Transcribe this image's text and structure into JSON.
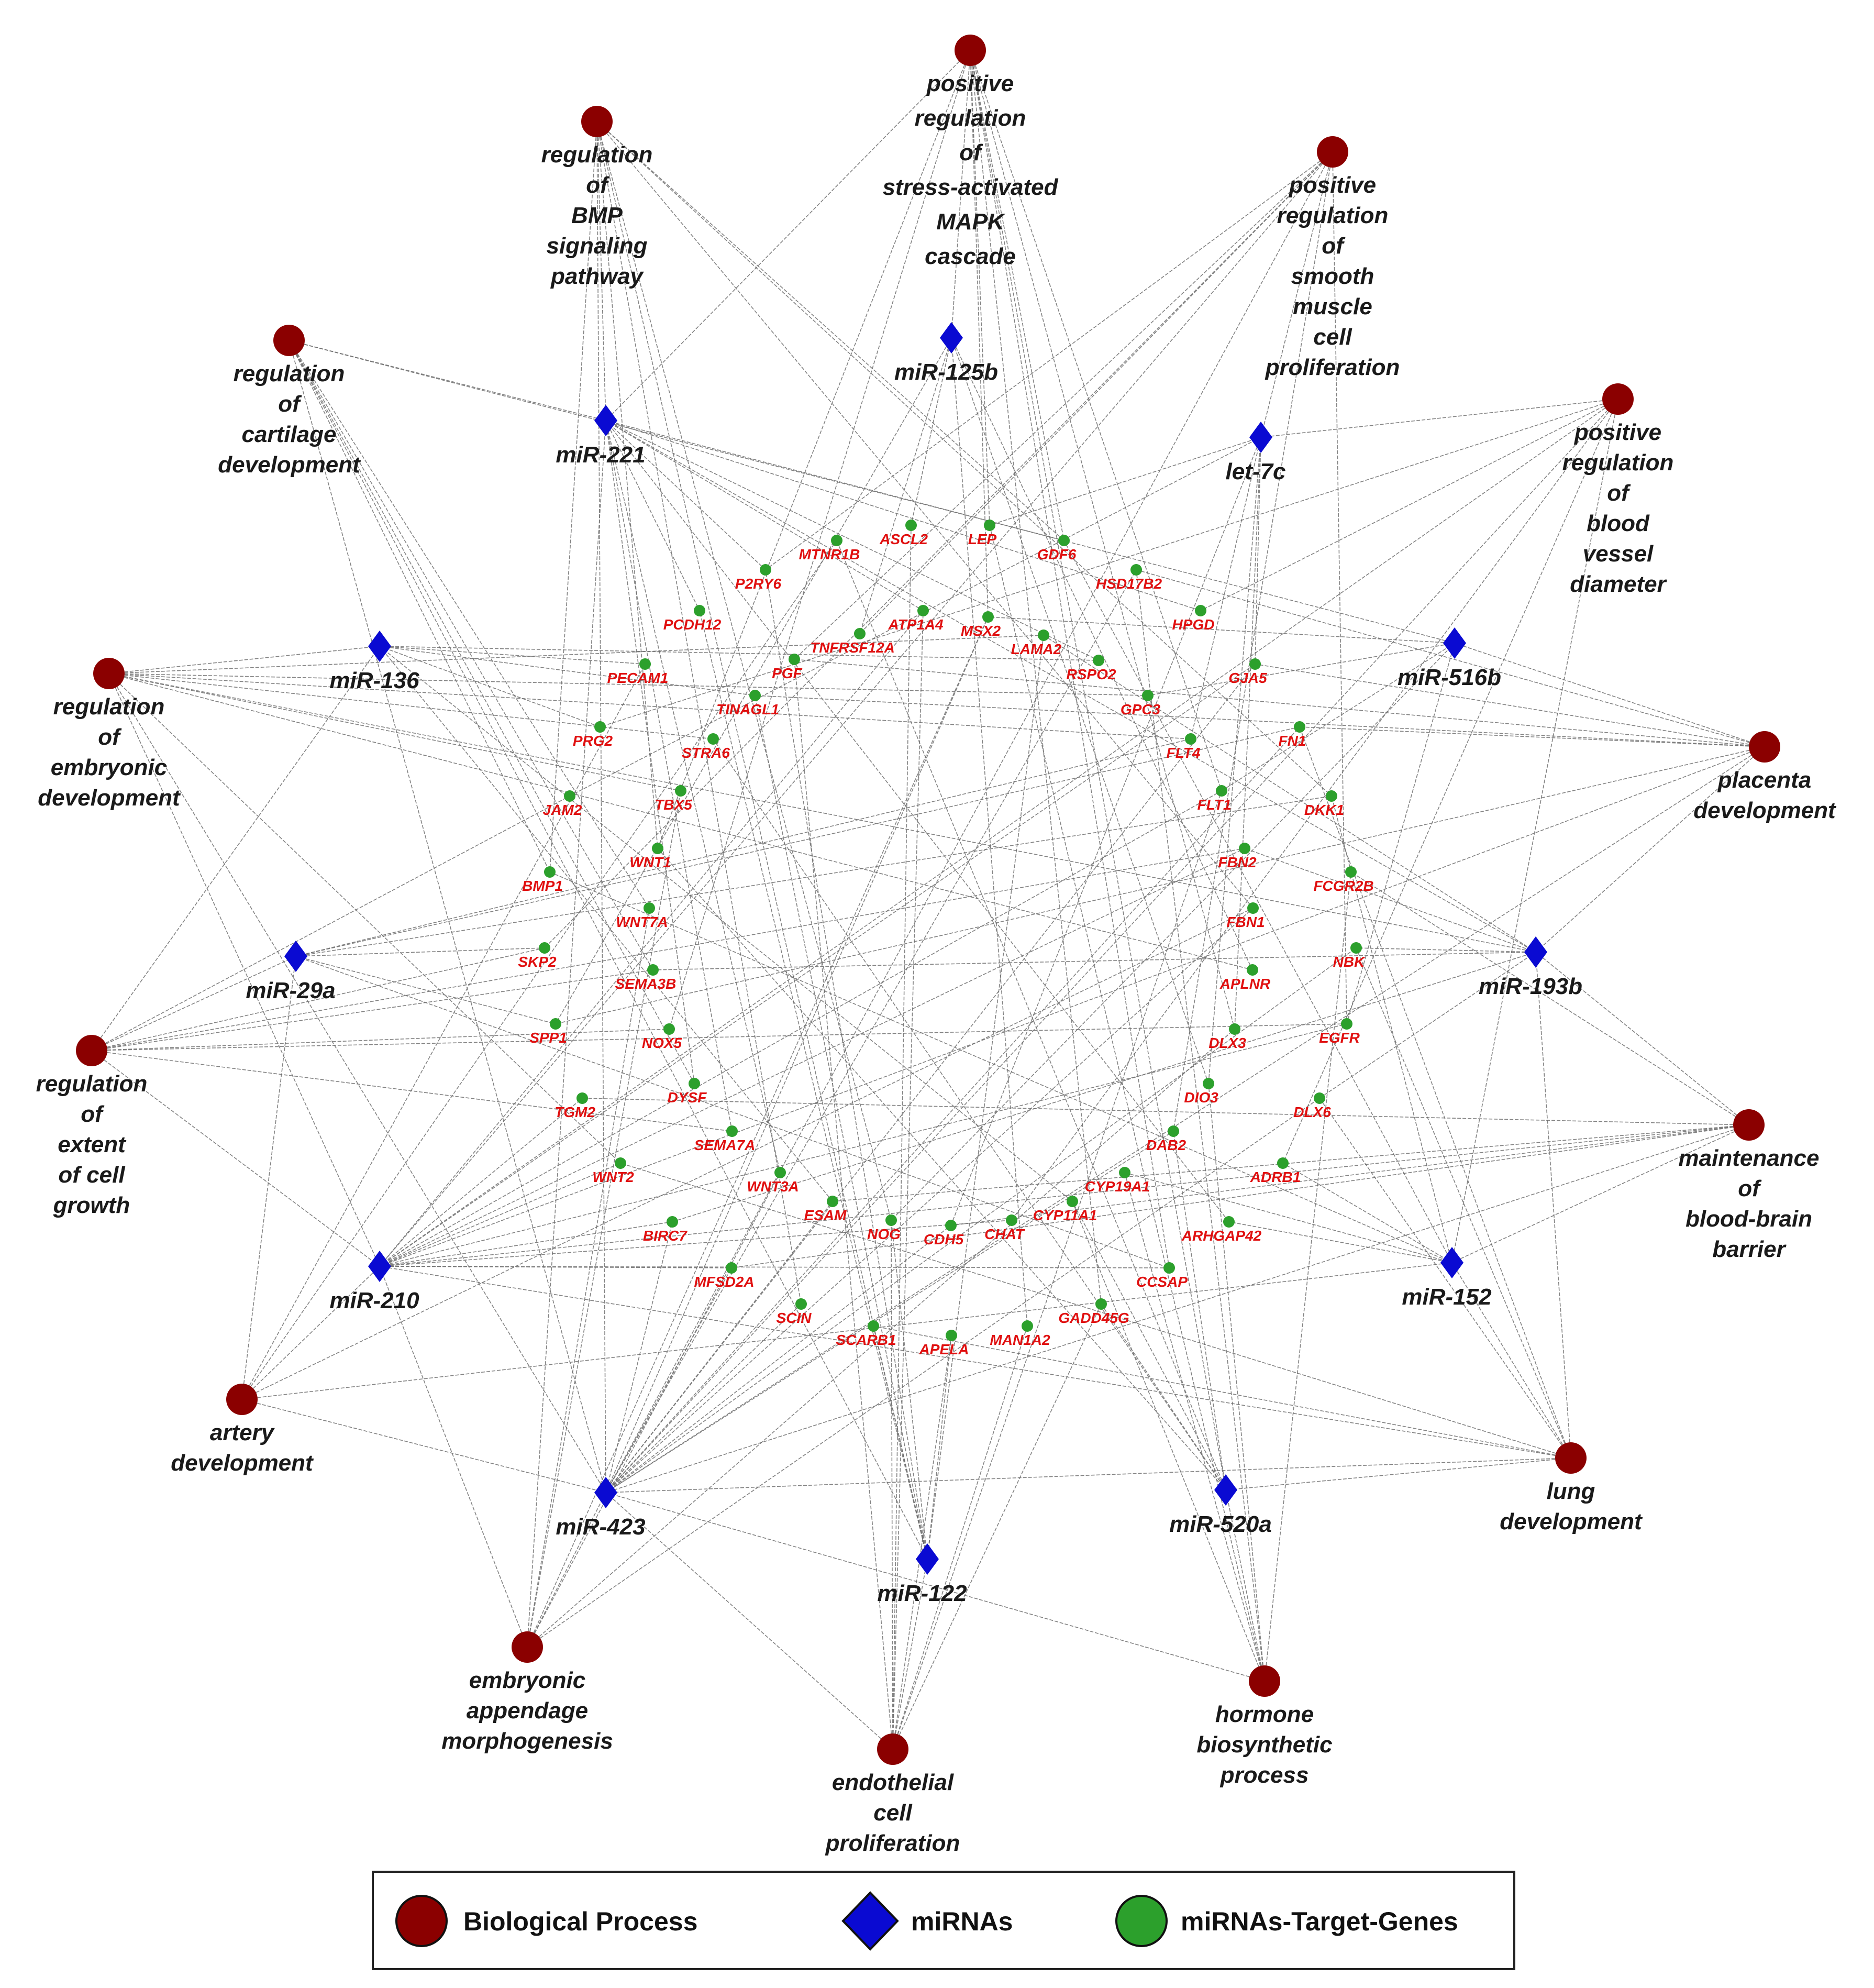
{
  "colors": {
    "process": "#8b0000",
    "mirna": "#0a0ad2",
    "gene": "#2ca02c",
    "gene_label": "#e01010",
    "edge": "#6d6d6d"
  },
  "processes": [
    {
      "id": "p_mapk",
      "label": [
        "positive",
        "regulation",
        "of",
        "stress-activated",
        "MAPK",
        "cascade"
      ]
    },
    {
      "id": "p_bmp",
      "label": [
        "regulation",
        "of",
        "BMP",
        "signaling",
        "pathway"
      ]
    },
    {
      "id": "p_smooth",
      "label": [
        "positive",
        "regulation",
        "of",
        "smooth",
        "muscle",
        "cell",
        "proliferation"
      ]
    },
    {
      "id": "p_cart",
      "label": [
        "regulation",
        "of",
        "cartilage",
        "development"
      ]
    },
    {
      "id": "p_vessel",
      "label": [
        "positive",
        "regulation",
        "of",
        "blood",
        "vessel",
        "diameter"
      ]
    },
    {
      "id": "p_embryo",
      "label": [
        "regulation",
        "of",
        "embryonic",
        "development"
      ]
    },
    {
      "id": "p_placenta",
      "label": [
        "placenta",
        "development"
      ]
    },
    {
      "id": "p_growth",
      "label": [
        "regulation",
        "of",
        "extent",
        "of cell",
        "growth"
      ]
    },
    {
      "id": "p_bbb",
      "label": [
        "maintenance",
        "of",
        "blood-brain",
        "barrier"
      ]
    },
    {
      "id": "p_artery",
      "label": [
        "artery",
        "development"
      ]
    },
    {
      "id": "p_lung",
      "label": [
        "lung",
        "development"
      ]
    },
    {
      "id": "p_append",
      "label": [
        "embryonic",
        "appendage",
        "morphogenesis"
      ]
    },
    {
      "id": "p_hormone",
      "label": [
        "hormone",
        "biosynthetic",
        "process"
      ]
    },
    {
      "id": "p_endo",
      "label": [
        "endothelial",
        "cell",
        "proliferation"
      ]
    }
  ],
  "mirnas": [
    {
      "id": "m125b",
      "label": "miR-125b"
    },
    {
      "id": "m221",
      "label": "miR-221"
    },
    {
      "id": "mlet7c",
      "label": "let-7c"
    },
    {
      "id": "m136",
      "label": "miR-136"
    },
    {
      "id": "m516b",
      "label": "miR-516b"
    },
    {
      "id": "m29a",
      "label": "miR-29a"
    },
    {
      "id": "m193b",
      "label": "miR-193b"
    },
    {
      "id": "m210",
      "label": "miR-210"
    },
    {
      "id": "m152",
      "label": "miR-152"
    },
    {
      "id": "m423",
      "label": "miR-423"
    },
    {
      "id": "m520a",
      "label": "miR-520a"
    },
    {
      "id": "m122",
      "label": "miR-122"
    }
  ],
  "genes": [
    {
      "id": "MTNR1B",
      "label": "MTNR1B"
    },
    {
      "id": "ASCL2",
      "label": "ASCL2"
    },
    {
      "id": "LEP",
      "label": "LEP"
    },
    {
      "id": "GDF6",
      "label": "GDF6"
    },
    {
      "id": "HSD17B2",
      "label": "HSD17B2"
    },
    {
      "id": "P2RY6",
      "label": "P2RY6"
    },
    {
      "id": "HPGD",
      "label": "HPGD"
    },
    {
      "id": "ATP1A4",
      "label": "ATP1A4"
    },
    {
      "id": "PCDH12",
      "label": "PCDH12"
    },
    {
      "id": "MSX2",
      "label": "MSX2"
    },
    {
      "id": "TNFRSF12A",
      "label": "TNFRSF12A"
    },
    {
      "id": "LAMA2",
      "label": "LAMA2"
    },
    {
      "id": "PGF",
      "label": "PGF"
    },
    {
      "id": "RSPO2",
      "label": "RSPO2"
    },
    {
      "id": "GJA5",
      "label": "GJA5"
    },
    {
      "id": "PECAM1",
      "label": "PECAM1"
    },
    {
      "id": "TINAGL1",
      "label": "TINAGL1"
    },
    {
      "id": "GPC3",
      "label": "GPC3"
    },
    {
      "id": "PRG2",
      "label": "PRG2"
    },
    {
      "id": "FN1",
      "label": "FN1"
    },
    {
      "id": "STRA6",
      "label": "STRA6"
    },
    {
      "id": "FLT4",
      "label": "FLT4"
    },
    {
      "id": "JAM2",
      "label": "JAM2"
    },
    {
      "id": "TBX5",
      "label": "TBX5"
    },
    {
      "id": "FLT1",
      "label": "FLT1"
    },
    {
      "id": "DKK1",
      "label": "DKK1"
    },
    {
      "id": "WNT1",
      "label": "WNT1"
    },
    {
      "id": "FBN2",
      "label": "FBN2"
    },
    {
      "id": "BMP1",
      "label": "BMP1"
    },
    {
      "id": "FCGR2B",
      "label": "FCGR2B"
    },
    {
      "id": "WNT7A",
      "label": "WNT7A"
    },
    {
      "id": "FBN1",
      "label": "FBN1"
    },
    {
      "id": "SKP2",
      "label": "SKP2"
    },
    {
      "id": "NBK",
      "label": "NBK"
    },
    {
      "id": "SEMA3B",
      "label": "SEMA3B"
    },
    {
      "id": "APLNR",
      "label": "APLNR"
    },
    {
      "id": "SPP1",
      "label": "SPP1"
    },
    {
      "id": "NOX5",
      "label": "NOX5"
    },
    {
      "id": "DLX3",
      "label": "DLX3"
    },
    {
      "id": "EGFR",
      "label": "EGFR"
    },
    {
      "id": "DYSF",
      "label": "DYSF"
    },
    {
      "id": "DIO3",
      "label": "DIO3"
    },
    {
      "id": "TGM2",
      "label": "TGM2"
    },
    {
      "id": "DLX6",
      "label": "DLX6"
    },
    {
      "id": "SEMA7A",
      "label": "SEMA7A"
    },
    {
      "id": "DAB2",
      "label": "DAB2"
    },
    {
      "id": "WNT2",
      "label": "WNT2"
    },
    {
      "id": "WNT3A",
      "label": "WNT3A"
    },
    {
      "id": "CYP19A1",
      "label": "CYP19A1"
    },
    {
      "id": "ADRB1",
      "label": "ADRB1"
    },
    {
      "id": "ESAM",
      "label": "ESAM"
    },
    {
      "id": "CYP11A1",
      "label": "CYP11A1"
    },
    {
      "id": "NOG",
      "label": "NOG"
    },
    {
      "id": "CDH5",
      "label": "CDH5"
    },
    {
      "id": "CHAT",
      "label": "CHAT"
    },
    {
      "id": "BIRC7",
      "label": "BIRC7"
    },
    {
      "id": "ARHGAP42",
      "label": "ARHGAP42"
    },
    {
      "id": "MFSD2A",
      "label": "MFSD2A"
    },
    {
      "id": "CCSAP",
      "label": "CCSAP"
    },
    {
      "id": "SCIN",
      "label": "SCIN"
    },
    {
      "id": "GADD45G",
      "label": "GADD45G"
    },
    {
      "id": "SCARB1",
      "label": "SCARB1"
    },
    {
      "id": "APELA",
      "label": "APELA"
    },
    {
      "id": "MAN1A2",
      "label": "MAN1A2"
    }
  ],
  "legend": {
    "process_label": "Biological Process",
    "mirna_label": "miRNAs",
    "gene_label": "miRNAs-Target-Genes"
  }
}
